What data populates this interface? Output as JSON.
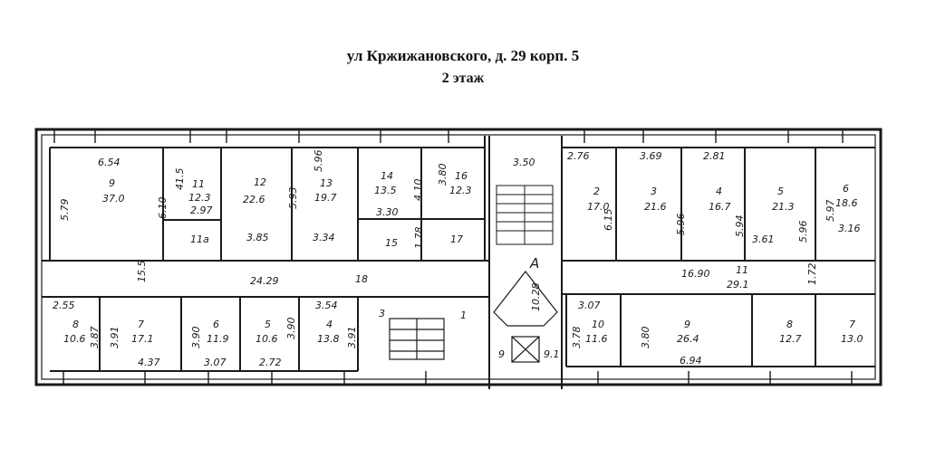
{
  "title": {
    "address": "ул Кржижановского, д. 29 корп. 5",
    "floor": "2 этаж"
  },
  "rooms_north_west": [
    {
      "no": "9",
      "area": "37.0",
      "dims": [
        "6.54",
        "5.79",
        "6.10"
      ]
    },
    {
      "no": "11",
      "area": "12.3",
      "dims": [
        "41.5",
        "2.97"
      ]
    },
    {
      "no": "11a",
      "area": "",
      "dims": []
    },
    {
      "no": "12",
      "area": "22.6",
      "dims": [
        "5.93",
        "3.85"
      ]
    },
    {
      "no": "13",
      "area": "19.7",
      "dims": [
        "5.96",
        "3.34"
      ]
    },
    {
      "no": "14",
      "area": "13.5",
      "dims": [
        "3.30",
        "4.10"
      ]
    },
    {
      "no": "15",
      "area": "",
      "dims": [
        "1.78"
      ]
    },
    {
      "no": "16",
      "area": "12.3",
      "dims": [
        "3.80"
      ]
    },
    {
      "no": "17",
      "area": "",
      "dims": []
    }
  ],
  "stair_north": {
    "dim": "3.50"
  },
  "rooms_north_east": [
    {
      "no": "2",
      "area": "17.0",
      "dims": [
        "2.76",
        "6.15"
      ]
    },
    {
      "no": "3",
      "area": "21.6",
      "dims": [
        "3.69",
        "5.96"
      ]
    },
    {
      "no": "4",
      "area": "16.7",
      "dims": [
        "2.81",
        "5.94"
      ]
    },
    {
      "no": "5",
      "area": "21.3",
      "dims": [
        "3.61",
        "5.96"
      ]
    },
    {
      "no": "6",
      "area": "18.6",
      "dims": [
        "5.97",
        "3.16"
      ]
    }
  ],
  "corridors": [
    {
      "no": "18",
      "dims": [
        "15.5",
        "24.29"
      ]
    },
    {
      "no": "11",
      "area": "29.1",
      "dims": [
        "16.90",
        "1.72"
      ]
    }
  ],
  "rooms_south_west": [
    {
      "no": "8",
      "area": "10.6",
      "dims": [
        "2.55",
        "3.87"
      ]
    },
    {
      "no": "7",
      "area": "17.1",
      "dims": [
        "3.91",
        "4.37"
      ]
    },
    {
      "no": "6",
      "area": "11.9",
      "dims": [
        "3.90",
        "3.07"
      ]
    },
    {
      "no": "5",
      "area": "10.6",
      "dims": [
        "3.90",
        "2.72"
      ]
    },
    {
      "no": "4",
      "area": "13.8",
      "dims": [
        "3.54",
        "3.91"
      ]
    },
    {
      "no": "3",
      "area": "",
      "dims": []
    },
    {
      "no": "1",
      "area": "",
      "dims": []
    }
  ],
  "stair_south": {
    "dims": [
      "10.28",
      "9",
      "9.1"
    ]
  },
  "rooms_south_east": [
    {
      "no": "10",
      "area": "11.6",
      "dims": [
        "3.07",
        "3.78"
      ]
    },
    {
      "no": "9",
      "area": "26.4",
      "dims": [
        "3.80",
        "6.94"
      ]
    },
    {
      "no": "8",
      "area": "12.7",
      "dims": []
    },
    {
      "no": "7",
      "area": "13.0",
      "dims": []
    }
  ],
  "misc_labels": [
    "A"
  ]
}
